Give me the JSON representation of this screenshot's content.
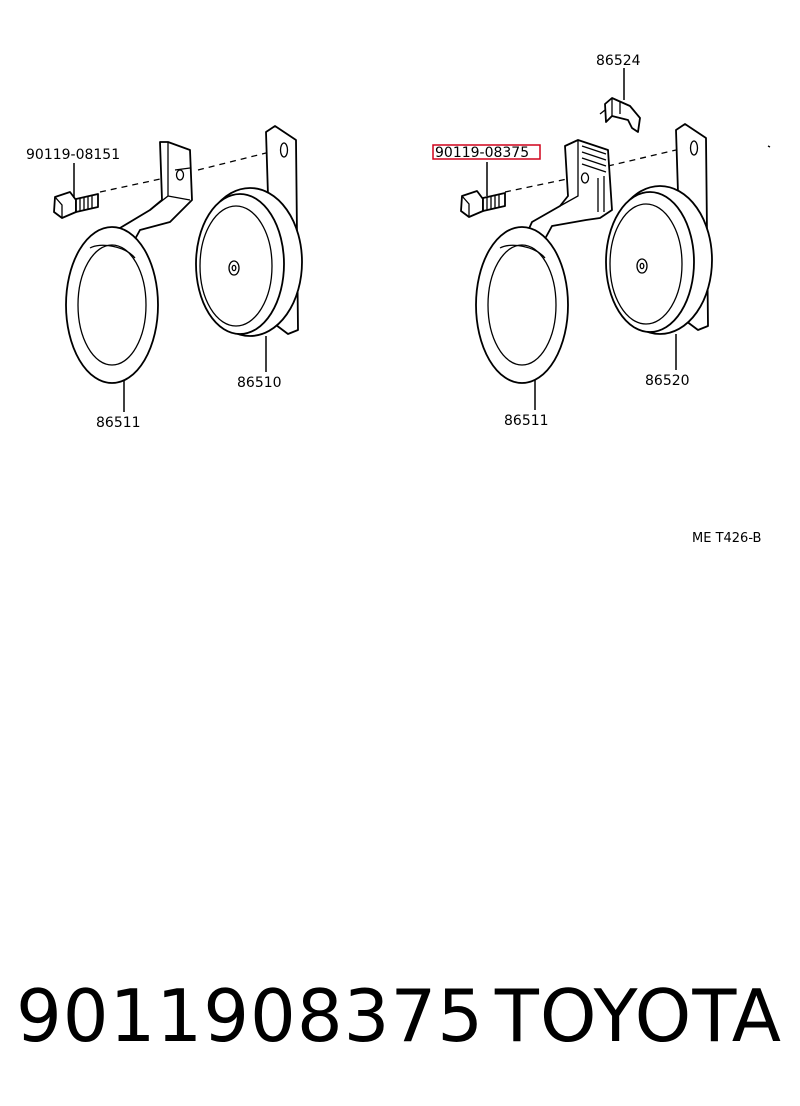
{
  "diagram": {
    "labels": {
      "bolt_left": "90119-08151",
      "bracket_left": "86511",
      "horn_left": "86510",
      "bolt_right": "90119-08375",
      "bracket_right": "86511",
      "horn_right": "86520",
      "connector": "86524",
      "diagram_code": "ME T426-B"
    },
    "highlight_color": "#d0021b"
  },
  "footer": {
    "part_number": "9011908375",
    "brand": "TOYOTA"
  }
}
